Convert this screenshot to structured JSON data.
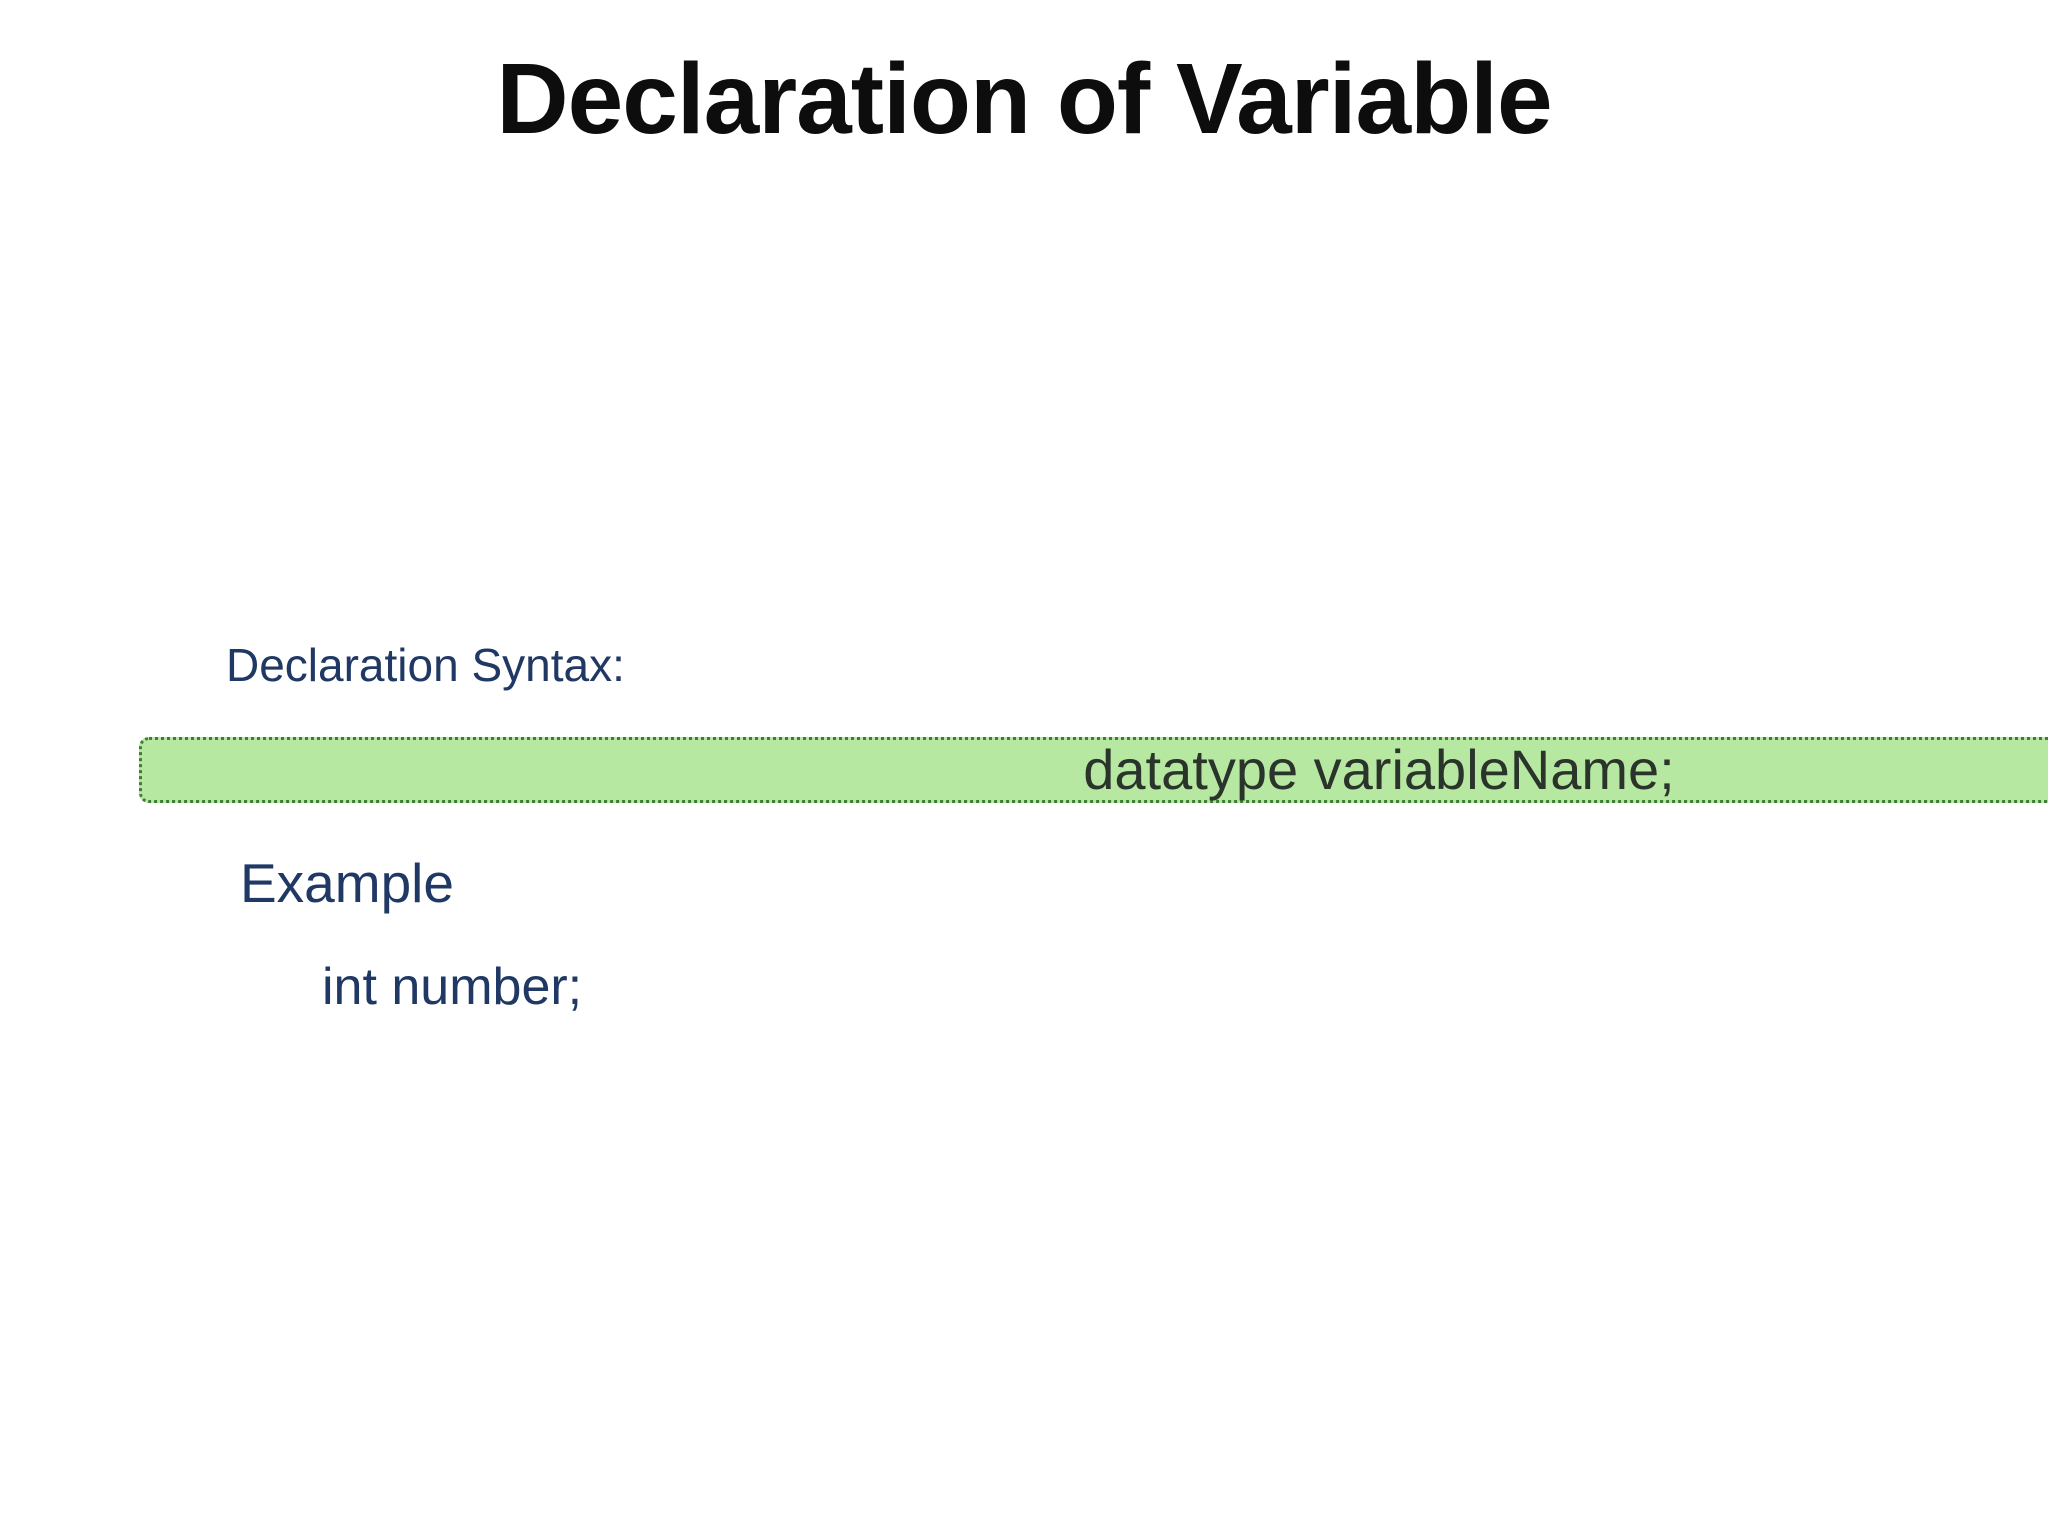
{
  "slide": {
    "title": "Declaration of Variable",
    "syntax_label": "Declaration Syntax:",
    "syntax_code": "datatype variableName;",
    "example_label": "Example",
    "example_code": "int number;"
  },
  "colors": {
    "background": "#ffffff",
    "title": "#0d0d0d",
    "label": "#203864",
    "code_text": "#2a342a",
    "bar_fill": "#b7e8a2",
    "bar_border": "#3f7d35"
  }
}
